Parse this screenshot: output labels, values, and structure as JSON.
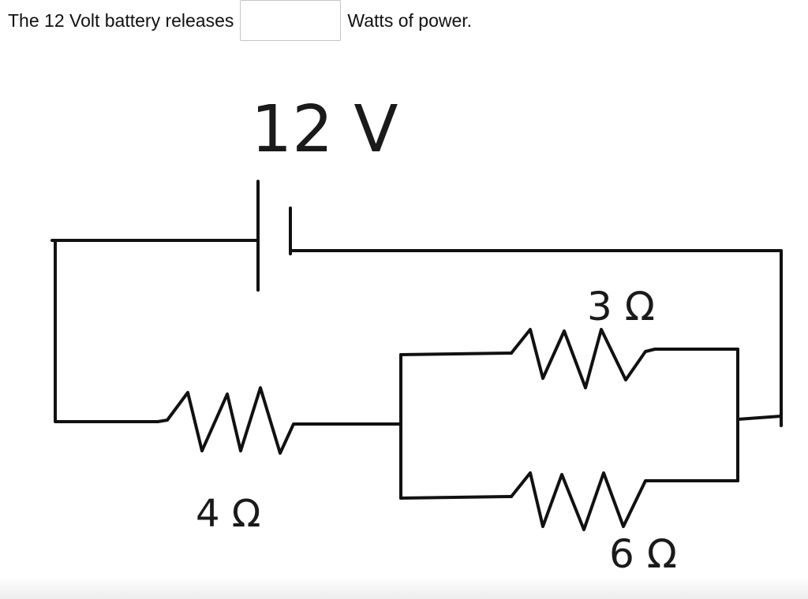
{
  "question": {
    "prefix": "The 12 Volt battery releases",
    "answer_value": "",
    "suffix": "Watts of power."
  },
  "diagram": {
    "battery_label": "12 V",
    "resistor_series_label": "4 Ω",
    "resistor_top_label": "3 Ω",
    "resistor_bottom_label": "6 Ω"
  },
  "colors": {
    "ink": "#111111",
    "input_border": "#c4c4c4",
    "background": "#ffffff"
  }
}
